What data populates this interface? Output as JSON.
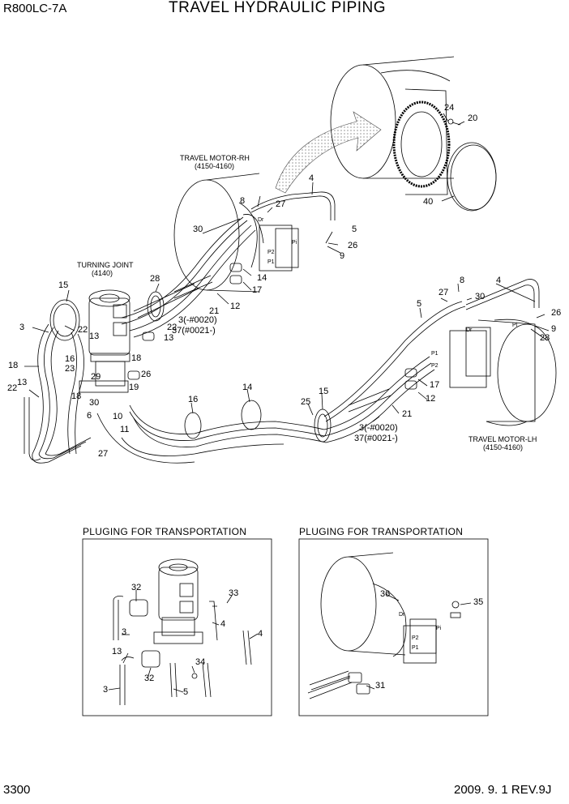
{
  "header": {
    "model": "R800LC-7A",
    "title": "TRAVEL HYDRAULIC PIPING"
  },
  "footer": {
    "page": "3300",
    "date_rev": "2009. 9. 1  REV.9J"
  },
  "labels": {
    "travel_motor_rh": "TRAVEL MOTOR-RH",
    "travel_motor_rh_code": "(4150-4160)",
    "travel_motor_lh": "TRAVEL MOTOR-LH",
    "travel_motor_lh_code": "(4150-4160)",
    "turning_joint": "TURNING JOINT",
    "turning_joint_code": "(4140)",
    "rh_note_1": "3(-#0020)",
    "rh_note_2": "37(#0021-)",
    "lh_note_1": "3(-#0020)",
    "lh_note_2": "37(#0021-)"
  },
  "boxes": {
    "left_title": "PLUGING FOR TRANSPORTATION",
    "right_title": "PLUGING FOR TRANSPORTATION"
  },
  "port_labels": {
    "p1": "P1",
    "p2": "P2",
    "pi": "Pi",
    "dr": "Dr"
  },
  "callouts": [
    "24",
    "20",
    "40",
    "4",
    "8",
    "27",
    "30",
    "5",
    "26",
    "9",
    "28",
    "15",
    "14",
    "17",
    "12",
    "21",
    "3",
    "22",
    "13",
    "18",
    "16",
    "23",
    "19",
    "29",
    "26",
    "22",
    "18",
    "13",
    "30",
    "6",
    "10",
    "11",
    "27",
    "18",
    "13",
    "22",
    "5",
    "27",
    "8",
    "30",
    "4",
    "26",
    "9",
    "28",
    "17",
    "12",
    "21",
    "14",
    "15",
    "25",
    "16",
    "32",
    "33",
    "3",
    "4",
    "4",
    "13",
    "32",
    "34",
    "3",
    "5",
    "36",
    "35",
    "31"
  ]
}
